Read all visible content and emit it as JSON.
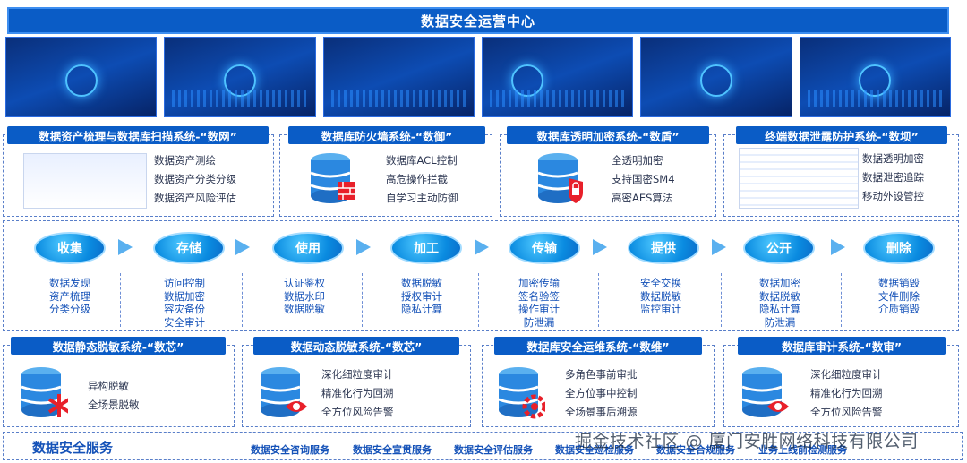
{
  "title": "数据安全运营中心",
  "top_panels": [
    {
      "tab": "数据资产梳理与数据库扫描系统-“数网”",
      "items": [
        "数据资产测绘",
        "数据资产分类分级",
        "数据资产风险评估"
      ]
    },
    {
      "tab": "数据库防火墙系统-“数御”",
      "items": [
        "数据库ACL控制",
        "高危操作拦截",
        "自学习主动防御"
      ]
    },
    {
      "tab": "数据库透明加密系统-“数盾”",
      "items": [
        "全透明加密",
        "支持国密SM4",
        "高密AES算法"
      ]
    },
    {
      "tab": "终端数据泄露防护系统-“数坝”",
      "items": [
        "数据透明加密",
        "数据泄密追踪",
        "移动外设管控"
      ]
    }
  ],
  "lifecycle": [
    {
      "stage": "收集",
      "items": [
        "数据发现",
        "资产梳理",
        "分类分级"
      ]
    },
    {
      "stage": "存储",
      "items": [
        "访问控制",
        "数据加密",
        "容灾备份",
        "安全审计"
      ]
    },
    {
      "stage": "使用",
      "items": [
        "认证鉴权",
        "数据水印",
        "数据脱敏"
      ]
    },
    {
      "stage": "加工",
      "items": [
        "数据脱敏",
        "授权审计",
        "隐私计算"
      ]
    },
    {
      "stage": "传输",
      "items": [
        "加密传输",
        "签名验签",
        "操作审计",
        "防泄漏"
      ]
    },
    {
      "stage": "提供",
      "items": [
        "安全交换",
        "数据脱敏",
        "监控审计"
      ]
    },
    {
      "stage": "公开",
      "items": [
        "数据加密",
        "数据脱敏",
        "隐私计算",
        "防泄漏"
      ]
    },
    {
      "stage": "删除",
      "items": [
        "数据销毁",
        "文件删除",
        "介质销毁"
      ]
    }
  ],
  "bottom_panels": [
    {
      "tab": "数据静态脱敏系统-“数芯”",
      "items": [
        "异构脱敏",
        "全场景脱敏"
      ],
      "accent": "#e8202a"
    },
    {
      "tab": "数据动态脱敏系统-“数芯”",
      "items": [
        "深化细粒度审计",
        "精准化行为回溯",
        "全方位风险告警"
      ],
      "accent": "#e8202a"
    },
    {
      "tab": "数据库安全运维系统-“数维”",
      "items": [
        "多角色事前审批",
        "全方位事中控制",
        "全场景事后溯源"
      ],
      "accent": "#e8202a"
    },
    {
      "tab": "数据库审计系统-“数审”",
      "items": [
        "深化细粒度审计",
        "精准化行为回溯",
        "全方位风险告警"
      ],
      "accent": "#e8202a"
    }
  ],
  "services": {
    "heading": "数据安全服务",
    "items": [
      "数据安全咨询服务",
      "数据安全宣贯服务",
      "数据安全评估服务",
      "数据安全巡检服务",
      "数据安全合规服务",
      "业务上线前检测服务"
    ]
  },
  "watermark": "掘金技术社区 @ 厦门安胜网络科技有限公司",
  "colors": {
    "primary": "#0a5cc6",
    "accent_red": "#e8202a",
    "stage_blue": "#0a8be0"
  }
}
